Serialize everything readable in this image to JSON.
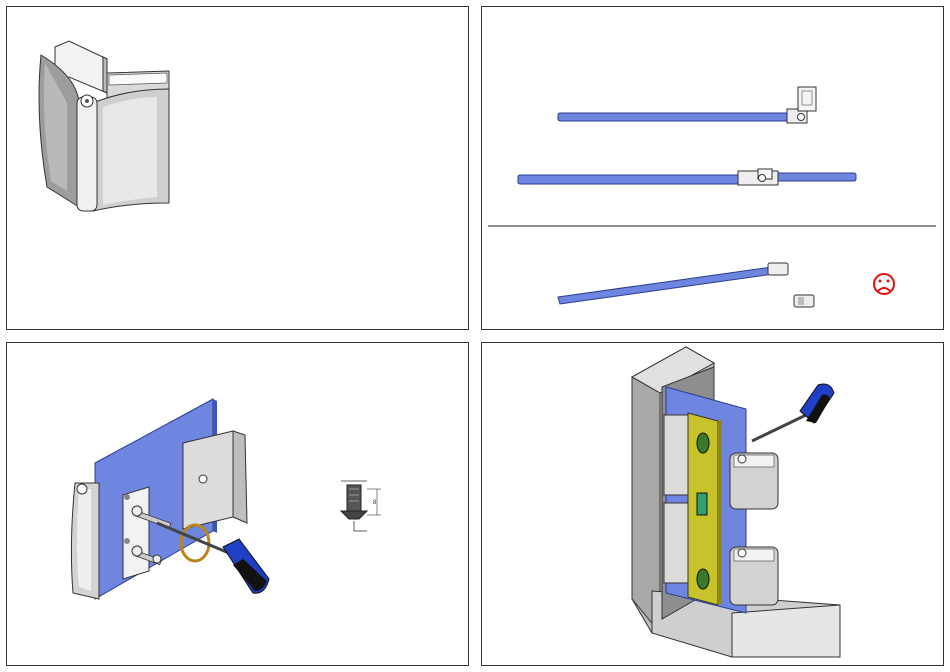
{
  "panels": [
    {
      "id": "hinge-overview"
    },
    {
      "id": "alignment-steps"
    },
    {
      "id": "mounting-plate"
    },
    {
      "id": "installation-level"
    }
  ],
  "colors": {
    "glass_blue": "#6f86e0",
    "metal_light": "#e4e4e4",
    "metal_dark": "#8f8f8f",
    "wall_gray": "#bdbdbd",
    "level_yellow": "#c8c32a",
    "screwdriver_blue": "#1f3fc4",
    "warning_red": "#e01010",
    "ring_gold": "#b8861b"
  },
  "icons": {
    "sad_face": "sad-face-icon",
    "screwdriver": "screwdriver-icon",
    "spirit_level": "spirit-level-icon"
  },
  "dimension": {
    "label": "8"
  }
}
